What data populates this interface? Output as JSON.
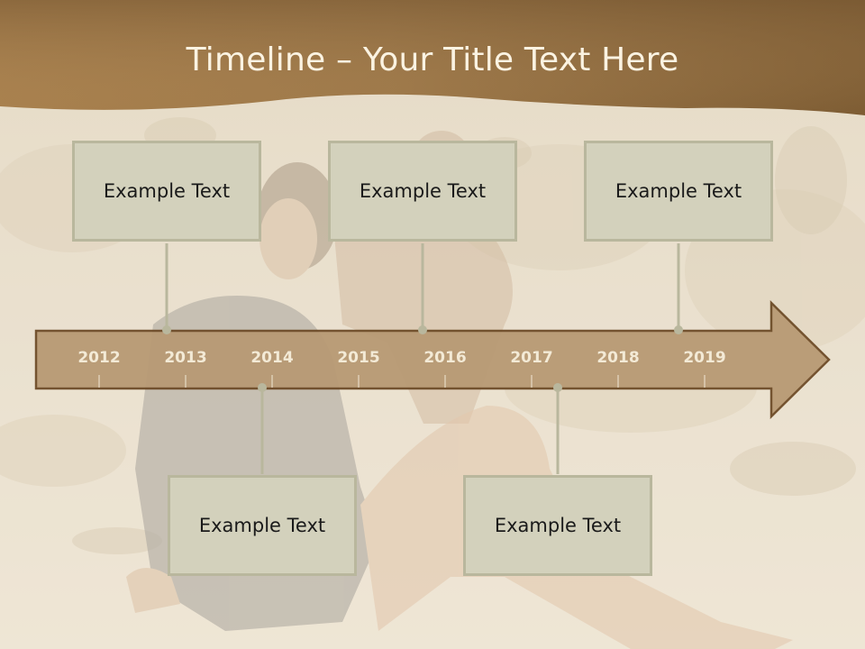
{
  "slide": {
    "title": "Timeline – Your Title Text Here"
  },
  "timeline": {
    "years": [
      "2012",
      "2013",
      "2014",
      "2015",
      "2016",
      "2017",
      "2018",
      "2019"
    ]
  },
  "callouts": [
    {
      "text": "Example Text"
    },
    {
      "text": "Example Text"
    },
    {
      "text": "Example Text"
    },
    {
      "text": "Example Text"
    },
    {
      "text": "Example Text"
    }
  ],
  "colors": {
    "header": "#8c6a3e",
    "arrow_fill": "#b89a74",
    "arrow_stroke": "#6e4c28",
    "callout_fill": "#d3d1bc",
    "connector": "#b9b79d"
  }
}
